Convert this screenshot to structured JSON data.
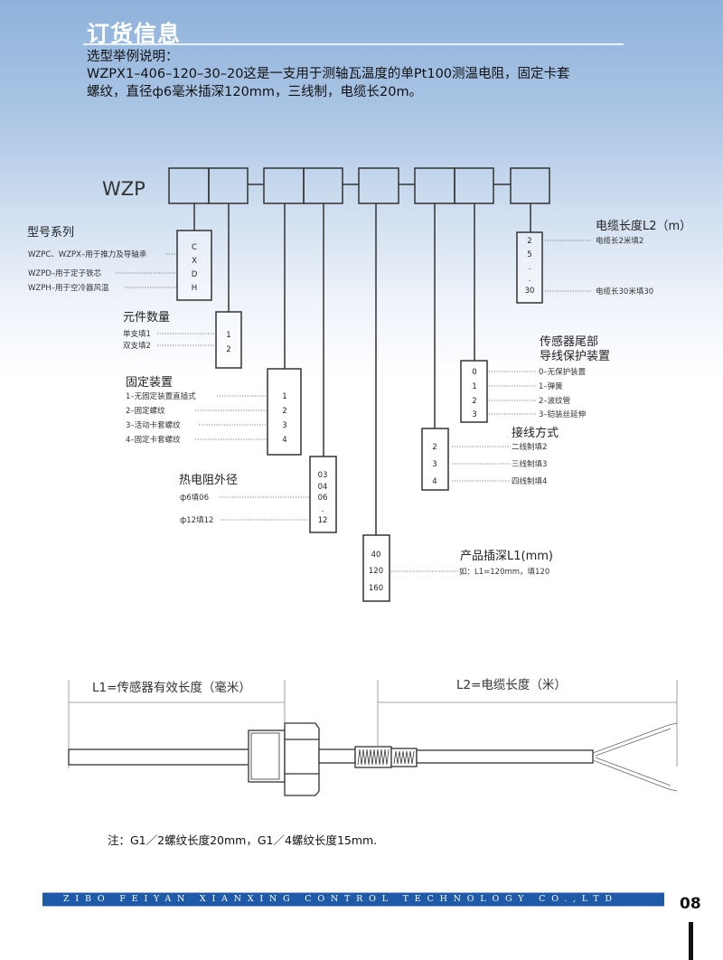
{
  "header": {
    "title": "订货信息",
    "intro_label": "选型举例说明：",
    "intro_line1": "WZPX1–406–120–30–20这是一支用于测轴瓦温度的单Pt100测温电阻，固定卡套",
    "intro_line2": "螺纹，直径ф6毫米插深120mm，三线制，电缆长20m。"
  },
  "code_diagram": {
    "prefix": "WZP",
    "series": {
      "title": "型号系列",
      "codes": [
        "C",
        "X",
        "D",
        "H"
      ],
      "descriptions": [
        "WZPC、WZPX–用于推力及导轴承",
        "WZPD–用于定子铁芯",
        "WZPH–用于空冷器风温"
      ]
    },
    "element_count": {
      "title": "元件数量",
      "codes": [
        "1",
        "2"
      ],
      "descriptions": [
        "单支填1",
        "双支填2"
      ]
    },
    "mounting": {
      "title": "固定装置",
      "codes": [
        "1",
        "2",
        "3",
        "4"
      ],
      "descriptions": [
        "1–无固定装置直插式",
        "2–固定螺纹",
        "3–活动卡套螺纹",
        "4–固定卡套螺纹"
      ]
    },
    "diameter": {
      "title": "热电阻外径",
      "codes": [
        "03",
        "04",
        "06",
        ".",
        "12"
      ],
      "descriptions": [
        "ф6填06",
        "ф12填12"
      ]
    },
    "insertion_depth": {
      "title": "产品插深L1(mm)",
      "codes": [
        "40",
        "120",
        "160"
      ],
      "descriptions": [
        "如：L1=120mm，填120"
      ]
    },
    "wiring": {
      "title": "接线方式",
      "codes": [
        "2",
        "3",
        "4"
      ],
      "descriptions": [
        "二线制填2",
        "三线制填3",
        "四线制填4"
      ]
    },
    "tail_protection": {
      "title_line1": "传感器尾部",
      "title_line2": "导线保护装置",
      "codes": [
        "0",
        "1",
        "2",
        "3"
      ],
      "descriptions": [
        "0–无保护装置",
        "1–弹簧",
        "2–波纹管",
        "3–铠装丝延伸"
      ]
    },
    "cable_length": {
      "title": "电缆长度L2（m）",
      "codes": [
        "2",
        "5",
        ".",
        ".",
        "30"
      ],
      "descriptions": [
        "电缆长2米填2",
        "电缆长30米填30"
      ]
    }
  },
  "drawing": {
    "l1_label": "L1=传感器有效长度（毫米）",
    "l2_label": "L2=电缆长度（米）"
  },
  "note": "注：G1／2螺纹长度20mm，G1／4螺纹长度15mm.",
  "footer": {
    "company": "ZIBO FEIYAN XIANXING CONTROL TECHNOLOGY CO.,LTD",
    "page_number": "08",
    "bar_color": "#1f5aa8"
  }
}
